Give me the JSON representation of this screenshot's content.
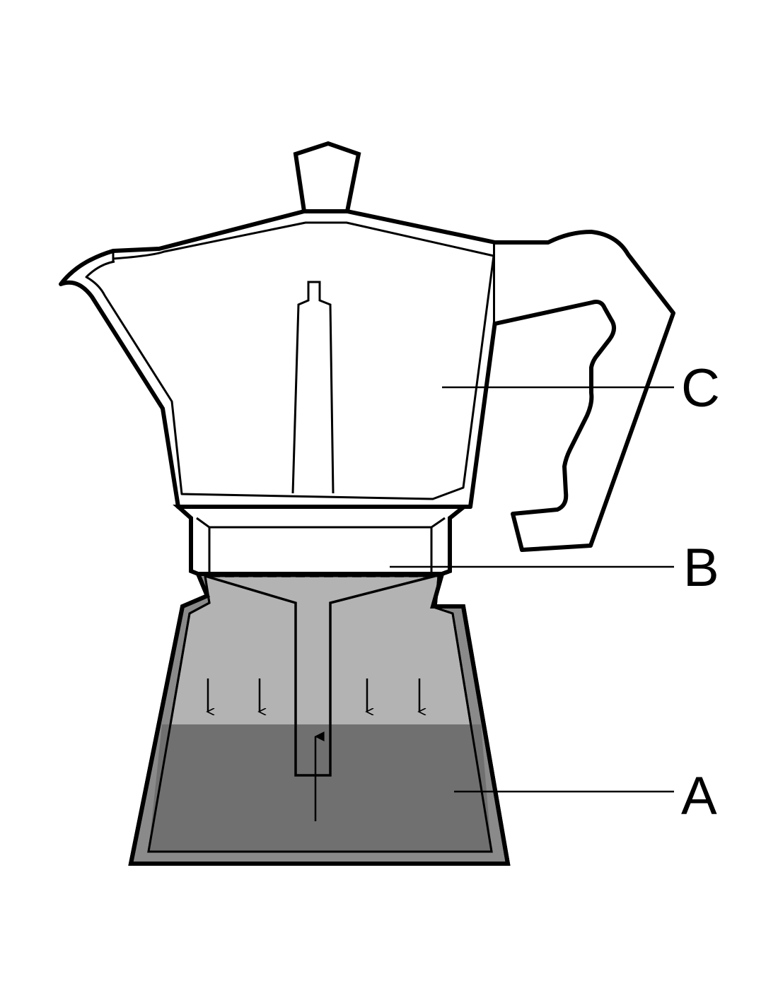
{
  "labels": {
    "a": "A",
    "b": "B",
    "c": "C"
  },
  "colors": {
    "outline": "#000000",
    "background": "#ffffff",
    "water": "#707070",
    "steam_space": "#b3b3b3"
  }
}
